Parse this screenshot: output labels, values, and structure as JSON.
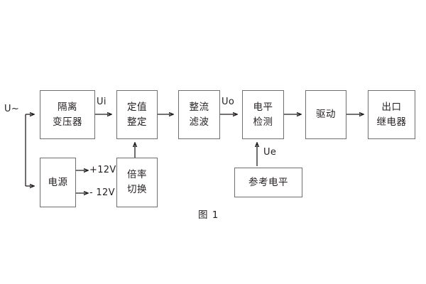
{
  "figure": {
    "caption": "图 1",
    "source_label": "U~"
  },
  "nodes": {
    "isolation_transformer": {
      "line1": "隔离",
      "line2": "变压器"
    },
    "power_supply": {
      "line1": "电源"
    },
    "setting_value": {
      "line1": "定值",
      "line2": "整定"
    },
    "multiplier_switch": {
      "line1": "倍率",
      "line2": "切换"
    },
    "rectify_filter": {
      "line1": "整流",
      "line2": "滤波"
    },
    "level_detect": {
      "line1": "电平",
      "line2": "检测"
    },
    "reference_level": {
      "line1": "参考电平"
    },
    "driver": {
      "line1": "驱动"
    },
    "output_relay": {
      "line1": "出口",
      "line2": "继电器"
    }
  },
  "signals": {
    "ui": "Ui",
    "uo": "Uo",
    "ue": "Ue",
    "rail_positive": "+12V",
    "rail_negative": "- 12V"
  },
  "colors": {
    "background": "#ffffff",
    "box_border": "#6f6f6f",
    "wire": "#231f20",
    "text": "#231f20"
  }
}
